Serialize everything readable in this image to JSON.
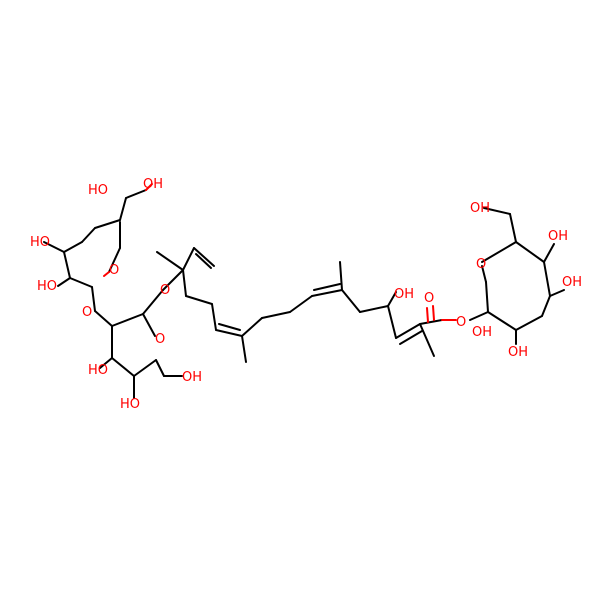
{
  "colors": {
    "carbon": "#000000",
    "oxygen": "#ff0000",
    "background": "#ffffff"
  },
  "atoms": {
    "oh_top_a": "OH",
    "oh_top_b": "HO",
    "oh_top_c": "HO",
    "oh_top_d": "HO",
    "o_ring_top": "O",
    "o_link_a": "O",
    "o_link_b": "O",
    "o_ring_mid": "O",
    "oh_mid_a": "HO",
    "oh_mid_b": "HO",
    "oh_mid_c": "OH",
    "oh_chain": "OH",
    "o_carbonyl": "O",
    "o_ester": "O",
    "o_ring_right": "O",
    "oh_right_a": "OH",
    "oh_right_b": "OH",
    "oh_right_c": "OH",
    "oh_right_d": "OH",
    "oh_right_e": "OH"
  }
}
